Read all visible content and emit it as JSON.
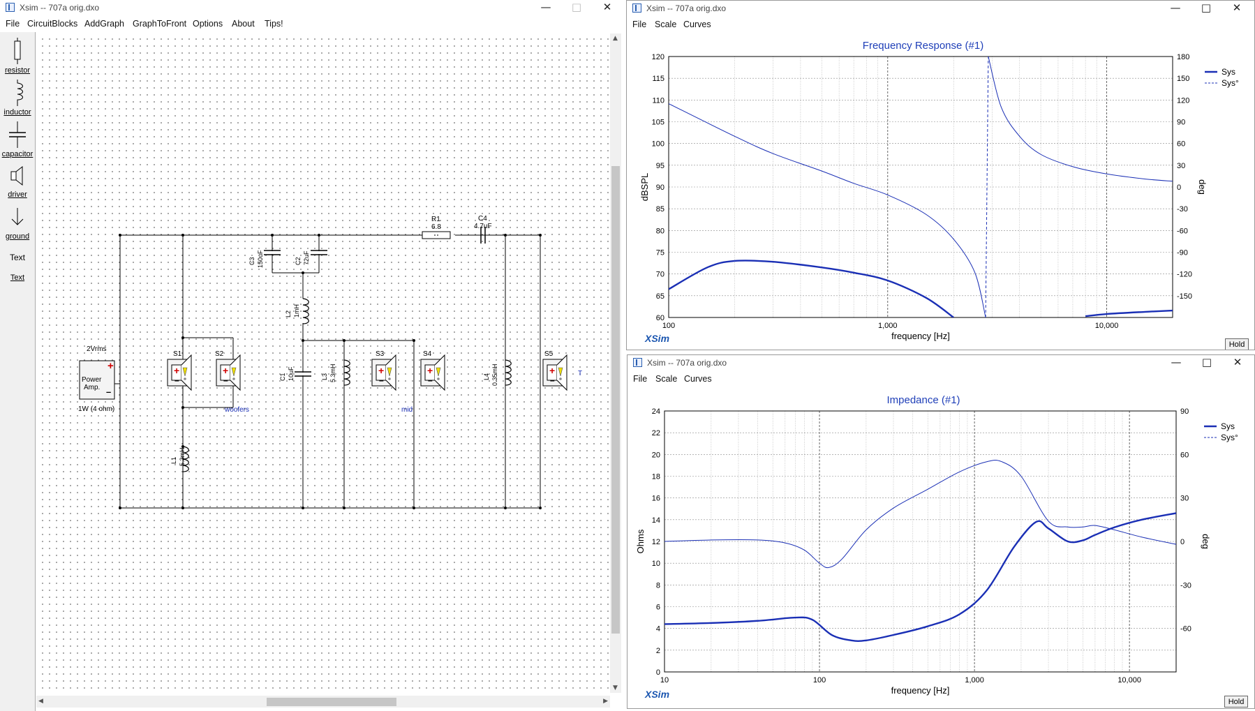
{
  "schematic_window": {
    "title": "Xsim -- 707a orig.dxo",
    "menu": [
      "File",
      "CircuitBlocks",
      "AddGraph",
      "GraphToFront",
      "Options",
      "About",
      "Tips!"
    ],
    "tools": [
      "resistor",
      "inductor",
      "capacitor",
      "driver",
      "ground",
      "Text",
      "Text"
    ],
    "source": {
      "voltage": "2Vrms",
      "label1": "Power",
      "label2": "Amp.",
      "rating": "1W (4 ohm)"
    },
    "components": {
      "R1": {
        "name": "R1",
        "value": "6.8"
      },
      "C4": {
        "name": "C4",
        "value": "4.7uF"
      },
      "C3": {
        "name": "C3",
        "value": "150uF"
      },
      "C2": {
        "name": "C2",
        "value": "72uF"
      },
      "L2": {
        "name": "L2",
        "value": "1mH"
      },
      "C1": {
        "name": "C1",
        "value": "10uF"
      },
      "L3": {
        "name": "L3",
        "value": "5.3mH"
      },
      "L4": {
        "name": "L4",
        "value": "0.35mH"
      },
      "L1": {
        "name": "L1",
        "value": "5.3mH"
      }
    },
    "drivers": [
      "S1",
      "S2",
      "S3",
      "S4",
      "S5"
    ],
    "notes": {
      "woofers": "woofers",
      "mid": "mid",
      "tweeter": "T"
    }
  },
  "freq_window": {
    "title": "Xsim -- 707a orig.dxo",
    "menu": [
      "File",
      "Scale",
      "Curves"
    ],
    "graph_title": "Frequency Response (#1)",
    "hold": "Hold",
    "logo": "XSim"
  },
  "imp_window": {
    "title": "Xsim -- 707a orig.dxo",
    "menu": [
      "File",
      "Scale",
      "Curves"
    ],
    "graph_title": "Impedance (#1)",
    "hold": "Hold",
    "logo": "XSim"
  },
  "colors": {
    "curve": "#1a2fb5",
    "title": "#1f3fb8"
  },
  "chart_data": [
    {
      "type": "line",
      "title": "Frequency Response (#1)",
      "xlabel": "frequency [Hz]",
      "ylabel": "dBSPL",
      "y2label": "deg",
      "xscale": "log",
      "xlim": [
        100,
        20000
      ],
      "ylim": [
        60,
        120
      ],
      "y2lim": [
        -180,
        180
      ],
      "xticks": [
        100,
        1000,
        10000
      ],
      "xtick_labels": [
        "100",
        "1,000",
        "10,000"
      ],
      "yticks": [
        60,
        65,
        70,
        75,
        80,
        85,
        90,
        95,
        100,
        105,
        110,
        115,
        120
      ],
      "y2ticks": [
        -150,
        -120,
        -90,
        -60,
        -30,
        0,
        30,
        60,
        90,
        120,
        150,
        180
      ],
      "grid": true,
      "legend": "top-right",
      "series": [
        {
          "name": "Sys",
          "axis": "left",
          "style": "thick",
          "x": [
            100,
            150,
            200,
            300,
            500,
            700,
            1000,
            1500,
            2000
          ],
          "y": [
            66.5,
            71.5,
            73,
            72.8,
            71.5,
            70.3,
            68.5,
            64.5,
            60
          ]
        },
        {
          "name": "",
          "axis": "left",
          "style": "thick",
          "x": [
            8000,
            10000,
            15000,
            20000
          ],
          "y": [
            60.3,
            60.8,
            61.3,
            61.6
          ]
        },
        {
          "name": "Sys°",
          "axis": "right",
          "style": "thin",
          "x": [
            100,
            200,
            300,
            500,
            700,
            1000,
            1500,
            2000,
            2500,
            2800
          ],
          "y": [
            115,
            70,
            46,
            22,
            5,
            -11,
            -38,
            -72,
            -118,
            -180
          ]
        },
        {
          "name": "",
          "axis": "right",
          "style": "dashed",
          "x": [
            2800,
            2880
          ],
          "y": [
            -180,
            180
          ]
        },
        {
          "name": "",
          "axis": "right",
          "style": "thin",
          "x": [
            2880,
            3300,
            4000,
            5000,
            7000,
            10000,
            15000,
            20000
          ],
          "y": [
            180,
            110,
            70,
            45,
            28,
            18,
            11,
            8
          ]
        }
      ]
    },
    {
      "type": "line",
      "title": "Impedance (#1)",
      "xlabel": "frequency [Hz]",
      "ylabel": "Ohms",
      "y2label": "deg",
      "xscale": "log",
      "xlim": [
        10,
        20000
      ],
      "ylim": [
        0,
        24
      ],
      "y2lim": [
        -90,
        90
      ],
      "xticks": [
        10,
        100,
        1000,
        10000
      ],
      "xtick_labels": [
        "10",
        "100",
        "1,000",
        "10,000"
      ],
      "yticks": [
        0,
        2,
        4,
        6,
        8,
        10,
        12,
        14,
        16,
        18,
        20,
        22,
        24
      ],
      "y2ticks": [
        -60,
        -30,
        0,
        30,
        60,
        90
      ],
      "grid": true,
      "legend": "top-right",
      "series": [
        {
          "name": "Sys",
          "axis": "left",
          "style": "thick",
          "x": [
            10,
            20,
            40,
            70,
            90,
            120,
            160,
            200,
            300,
            500,
            800,
            1200,
            1800,
            2500,
            3000,
            4000,
            5000,
            6000,
            8000,
            12000,
            20000
          ],
          "y": [
            4.4,
            4.5,
            4.7,
            5,
            4.8,
            3.4,
            2.9,
            2.9,
            3.4,
            4.2,
            5.3,
            7.5,
            11.5,
            13.8,
            13.2,
            12,
            12.1,
            12.6,
            13.3,
            14.0,
            14.6
          ]
        },
        {
          "name": "Sys°",
          "axis": "right",
          "style": "thin",
          "x": [
            10,
            20,
            40,
            60,
            80,
            100,
            115,
            140,
            200,
            300,
            500,
            800,
            1200,
            1500,
            2000,
            3000,
            4000,
            5000,
            6000,
            8000,
            12000,
            20000
          ],
          "y": [
            0,
            1,
            1,
            -1,
            -6,
            -15,
            -18,
            -12,
            8,
            23,
            36,
            48,
            55,
            55,
            45,
            14,
            10,
            10,
            11,
            8,
            3,
            -2
          ]
        }
      ]
    }
  ]
}
